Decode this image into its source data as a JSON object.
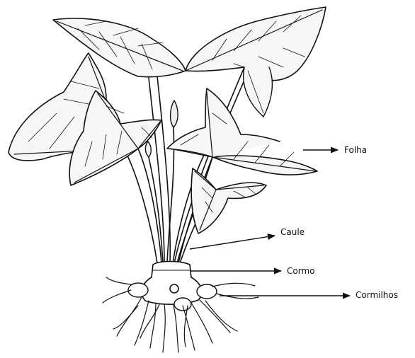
{
  "diagram": {
    "labels": {
      "folha": "Folha",
      "caule": "Caule",
      "cormo": "Cormo",
      "cormilhos": "Cormilhos"
    },
    "colors": {
      "ink": "#111111",
      "background": "#ffffff"
    }
  }
}
